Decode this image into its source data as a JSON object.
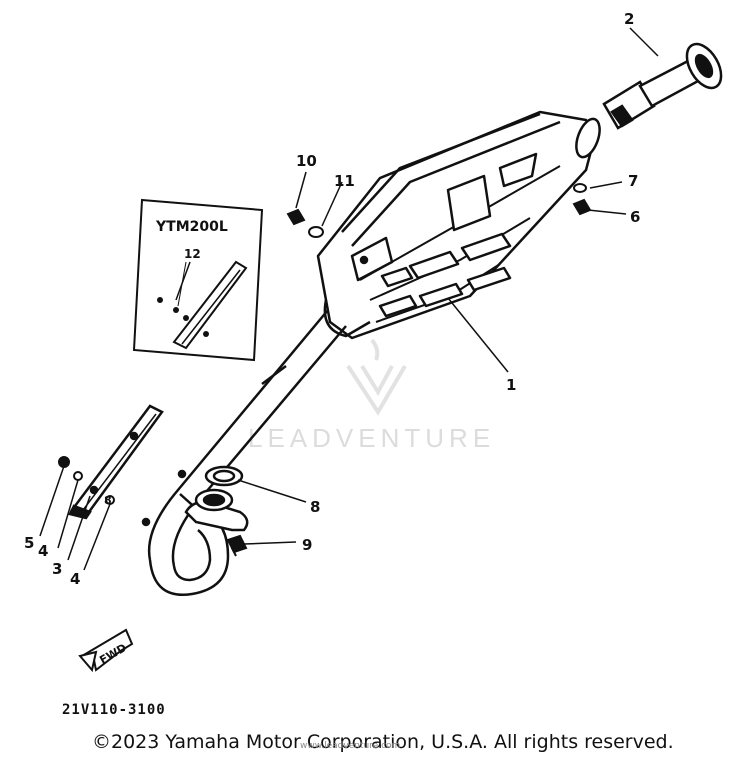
{
  "diagram": {
    "callouts": [
      "1",
      "2",
      "3",
      "4",
      "4",
      "5",
      "6",
      "7",
      "8",
      "8",
      "9",
      "10",
      "11",
      "12"
    ],
    "inset_title": "YTM200L",
    "watermark": "LEADVENTURE",
    "fwd_label": "FWD"
  },
  "footer": {
    "part_code": "21V110-3100",
    "copyright": "©2023 Yamaha Motor Corporation, U.S.A. All rights reserved.",
    "small_note": "www.leadventure.com"
  }
}
